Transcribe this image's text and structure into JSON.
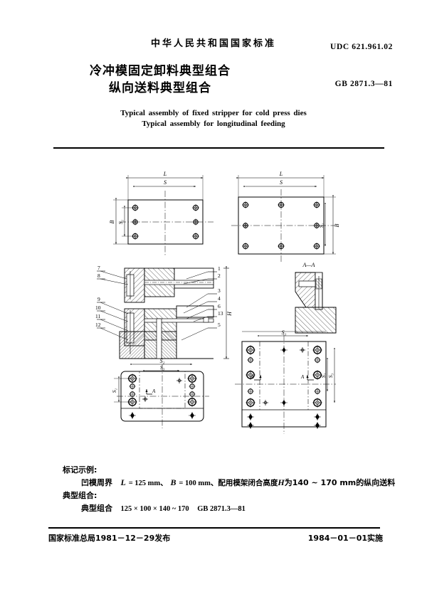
{
  "header": {
    "national_standard": "中华人民共和国国家标准",
    "title_zh_line1": "冷冲模固定卸料典型组合",
    "title_zh_line2": "纵向送料典型组合",
    "udc": "UDC 621.961.02",
    "standard_no": "GB 2871.3—81",
    "title_en_line1": "Typical   assembly of fixed stripper for cold press dies",
    "title_en_line2": "Typical assembly for longitudinal feeding"
  },
  "drawing": {
    "section_label": "A—A",
    "arrow_label": "A",
    "dimensions": {
      "L": "L",
      "B": "B",
      "H": "H",
      "S": "S",
      "S1": "S₁",
      "S2": "S₂",
      "S3": "S₃"
    },
    "part_numbers_left": [
      "7",
      "8",
      "9",
      "10",
      "11",
      "12"
    ],
    "part_numbers_right": [
      "1",
      "2",
      "3",
      "4",
      "6",
      "13",
      "5"
    ]
  },
  "marking": {
    "heading": "标记示例:",
    "line1_prefix": "凹模周界",
    "line1_L": "L",
    "line1_Lval": "= 125 mm、",
    "line1_B": "B",
    "line1_Bval": "= 100 mm、配用模架闭合高度",
    "line1_H": "H",
    "line1_Hval": "为140 ~ 170 mm的纵向送料",
    "line2": "典型组合:",
    "line3_label": "典型组合",
    "line3_value": "125 × 100 × 140 ~ 170",
    "line3_std": "GB  2871.3—81"
  },
  "footer": {
    "issued": "国家标准总局1981－12－29发布",
    "effective": "1984－01－01实施"
  }
}
